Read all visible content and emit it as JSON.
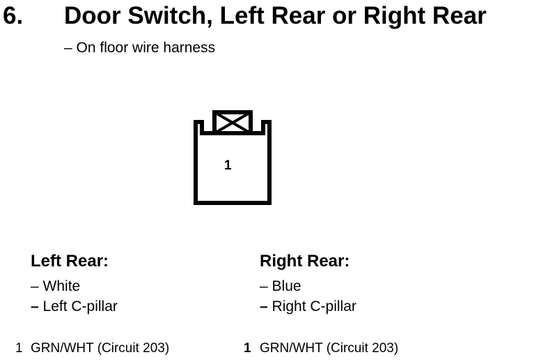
{
  "section": {
    "number": "6.",
    "title": "Door Switch, Left Rear or Right Rear",
    "subtitle": "– On floor wire harness"
  },
  "connector": {
    "pin_label": "1",
    "icon": "connector-face-icon"
  },
  "left": {
    "heading": "Left Rear:",
    "line1_dash": "–",
    "line1_text": " White",
    "line2_dash": "–",
    "line2_text": " Left C-pillar",
    "pin_number": "1",
    "pin_desc": "GRN/WHT (Circuit 203)"
  },
  "right": {
    "heading": "Right Rear:",
    "line1_dash": "–",
    "line1_text": " Blue",
    "line2_dash": "–",
    "line2_text": " Right C-pillar",
    "pin_number": "1",
    "pin_desc": "GRN/WHT (Circuit 203)"
  }
}
